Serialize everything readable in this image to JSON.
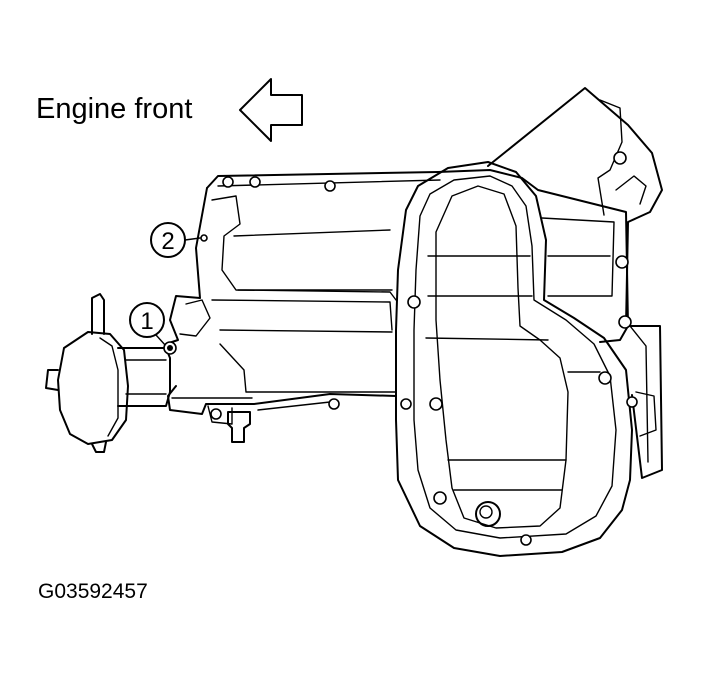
{
  "labels": {
    "engine_front": "Engine front",
    "figure_code": "G03592457"
  },
  "callouts": [
    {
      "number": "1"
    },
    {
      "number": "2"
    }
  ]
}
